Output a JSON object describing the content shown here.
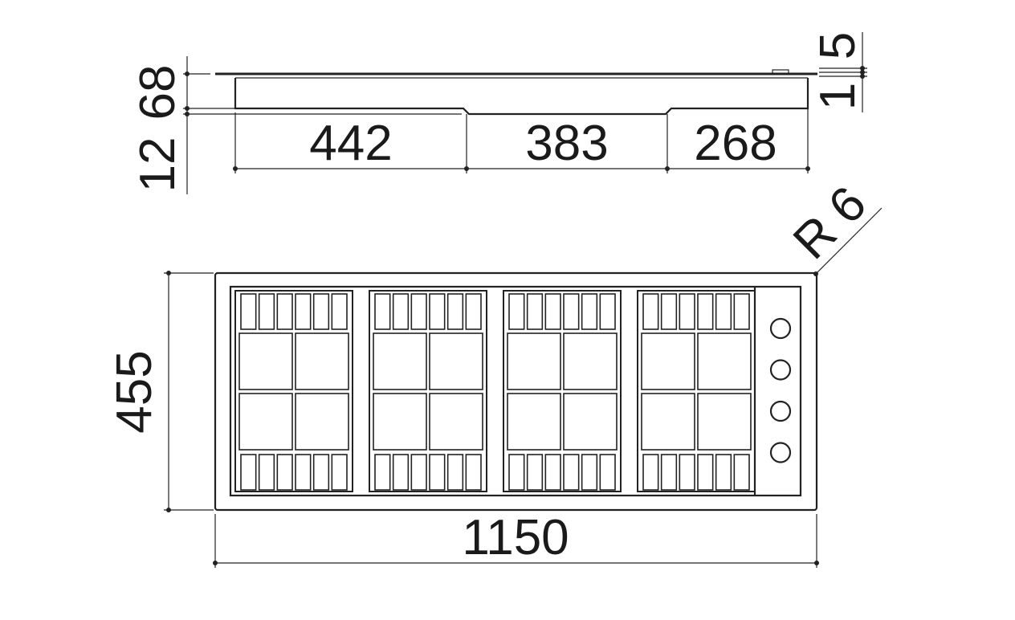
{
  "dimensions": {
    "seg_442": "442",
    "seg_383": "383",
    "seg_268": "268",
    "height_68": "68",
    "height_12": "12",
    "rim_5": "5",
    "rim_1": "1",
    "depth_455": "455",
    "width_1150": "1150",
    "radius": "R 6"
  },
  "knobs": {
    "count": 4
  }
}
